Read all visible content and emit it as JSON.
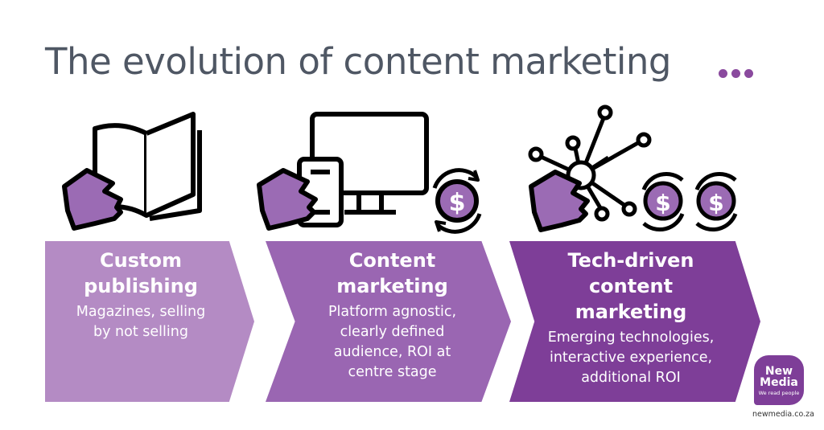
{
  "title": "The evolution of content marketing",
  "colors": {
    "title": "#4f5764",
    "dots": "#8a4a9e",
    "stage1": "#b48bc4",
    "stage2": "#9a66b2",
    "stage3": "#7e3e98",
    "icon_fill": "#9b6bb4",
    "logo": "#7e3e98"
  },
  "stages": [
    {
      "title": [
        "Custom",
        "publishing"
      ],
      "desc": [
        "Magazines, selling",
        "by not selling"
      ],
      "icon": "book-hand-icon"
    },
    {
      "title": [
        "Content",
        "marketing"
      ],
      "desc": [
        "Platform agnostic,",
        "clearly defined",
        "audience, ROI at",
        "centre stage"
      ],
      "icon": "devices-hand-dollar-icon"
    },
    {
      "title": [
        "Tech-driven",
        "content",
        "marketing"
      ],
      "desc": [
        "Emerging technologies,",
        "interactive experience,",
        "additional ROI"
      ],
      "icon": "network-hand-dollars-icon"
    }
  ],
  "logo": {
    "line1": "New",
    "line2": "Media",
    "tagline": "We read people"
  },
  "website": "newmedia.co.za"
}
